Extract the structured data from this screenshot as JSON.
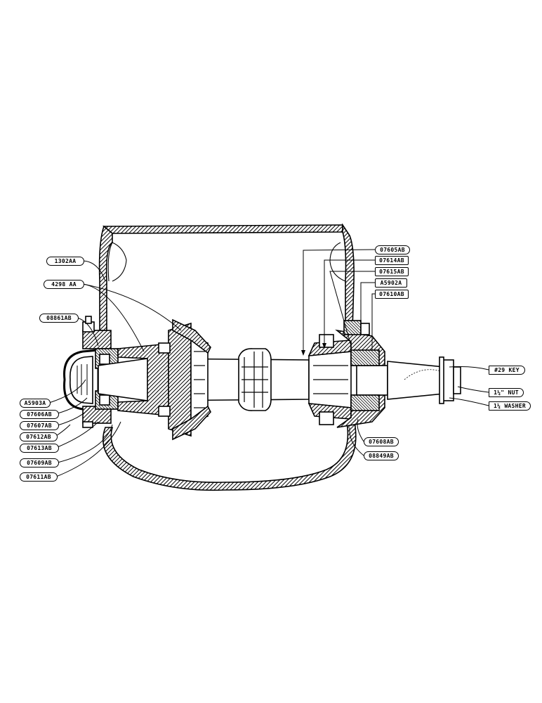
{
  "diagram": {
    "labels_left": [
      {
        "id": "l1",
        "text": "1302AA"
      },
      {
        "id": "l2",
        "text": "4298 AA"
      },
      {
        "id": "l3",
        "text": "08861AB"
      },
      {
        "id": "l4",
        "text": "A5903A"
      },
      {
        "id": "l5",
        "text": "07606AB"
      },
      {
        "id": "l6",
        "text": "07607AB"
      },
      {
        "id": "l7",
        "text": "07612AB"
      },
      {
        "id": "l8",
        "text": "07613AB"
      },
      {
        "id": "l9",
        "text": "07609AB"
      },
      {
        "id": "l10",
        "text": "07611AB"
      }
    ],
    "labels_right": [
      {
        "id": "r1",
        "text": "07605AB"
      },
      {
        "id": "r2",
        "text": "07614AB"
      },
      {
        "id": "r3",
        "text": "07615AB"
      },
      {
        "id": "r4",
        "text": "A5902A"
      },
      {
        "id": "r5",
        "text": "07610AB"
      },
      {
        "id": "r6",
        "text": "#29 KEY"
      },
      {
        "id": "r7",
        "text": "1¼\" NUT"
      },
      {
        "id": "r8",
        "text": "1¼ WASHER"
      },
      {
        "id": "r9",
        "text": "07608AB"
      },
      {
        "id": "r10",
        "text": "08849AB"
      }
    ]
  }
}
